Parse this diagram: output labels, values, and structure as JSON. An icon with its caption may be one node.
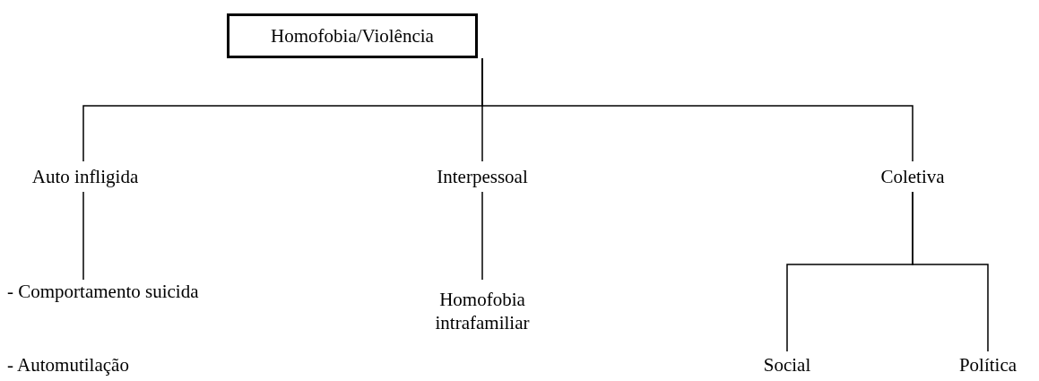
{
  "diagram": {
    "nodes": [
      {
        "text": [
          "Homofobia/Violência"
        ]
      },
      {
        "text": [
          "Auto infligida"
        ]
      },
      {
        "text": [
          "Interpessoal"
        ]
      },
      {
        "text": [
          "Coletiva"
        ]
      },
      {
        "text": [
          "- Comportamento suicida",
          "- Automutilação"
        ]
      },
      {
        "text": [
          "Homofobia intrafamiliar"
        ]
      },
      {
        "text": [
          "Social"
        ]
      },
      {
        "text": [
          "Política"
        ]
      }
    ],
    "edges": [
      {
        "from": 0,
        "to": 1,
        "arrow": "none"
      },
      {
        "from": 0,
        "to": 2,
        "arrow": "none"
      },
      {
        "from": 0,
        "to": 3,
        "arrow": "none"
      },
      {
        "from": 1,
        "to": 4,
        "arrow": "none"
      },
      {
        "from": 2,
        "to": 5,
        "arrow": "none"
      },
      {
        "from": 3,
        "to": 6,
        "arrow": "none"
      },
      {
        "from": 3,
        "to": 7,
        "arrow": "none"
      }
    ]
  }
}
